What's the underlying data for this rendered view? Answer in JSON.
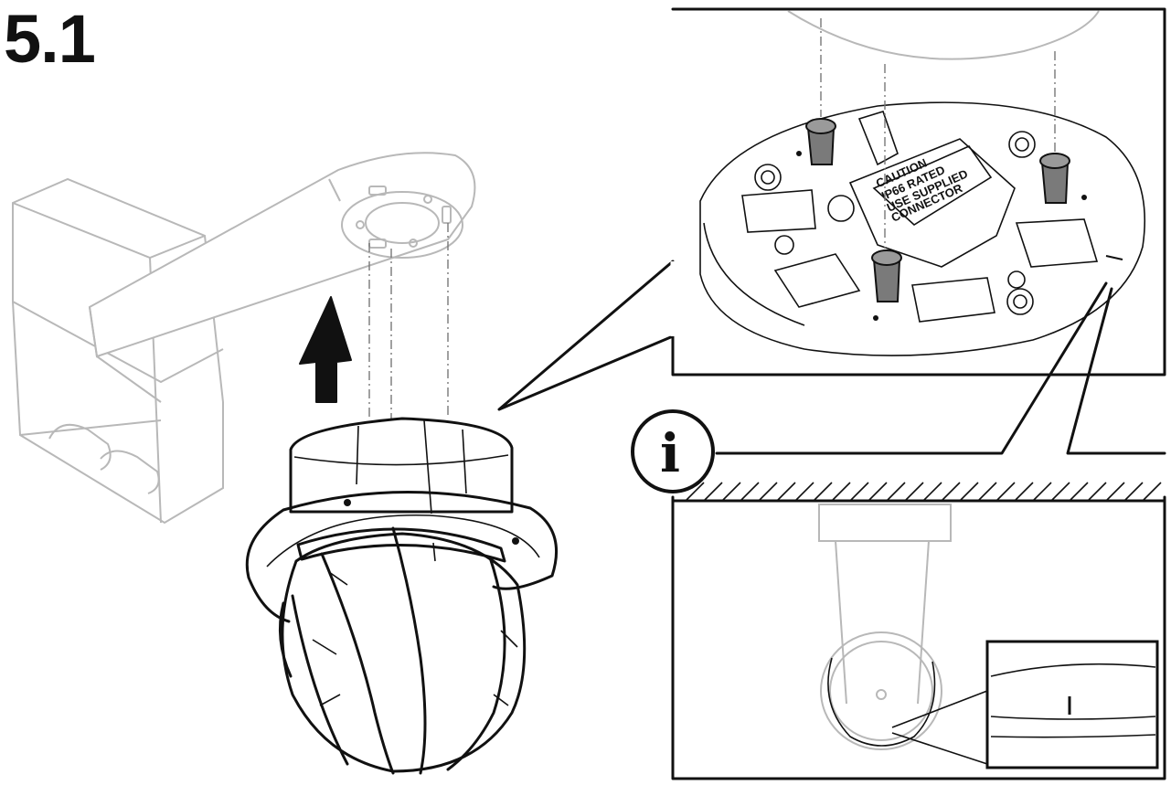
{
  "step": {
    "number": "5.1"
  },
  "caution_label": {
    "line1": "CAUTION",
    "line2": "IP66 RATED",
    "line3": "USE SUPPLIED",
    "line4": "CONNECTOR"
  },
  "info_callout": {
    "icon": "info-icon"
  },
  "colors": {
    "ink": "#111111",
    "faint": "#b8b8b8",
    "background": "#ffffff"
  }
}
